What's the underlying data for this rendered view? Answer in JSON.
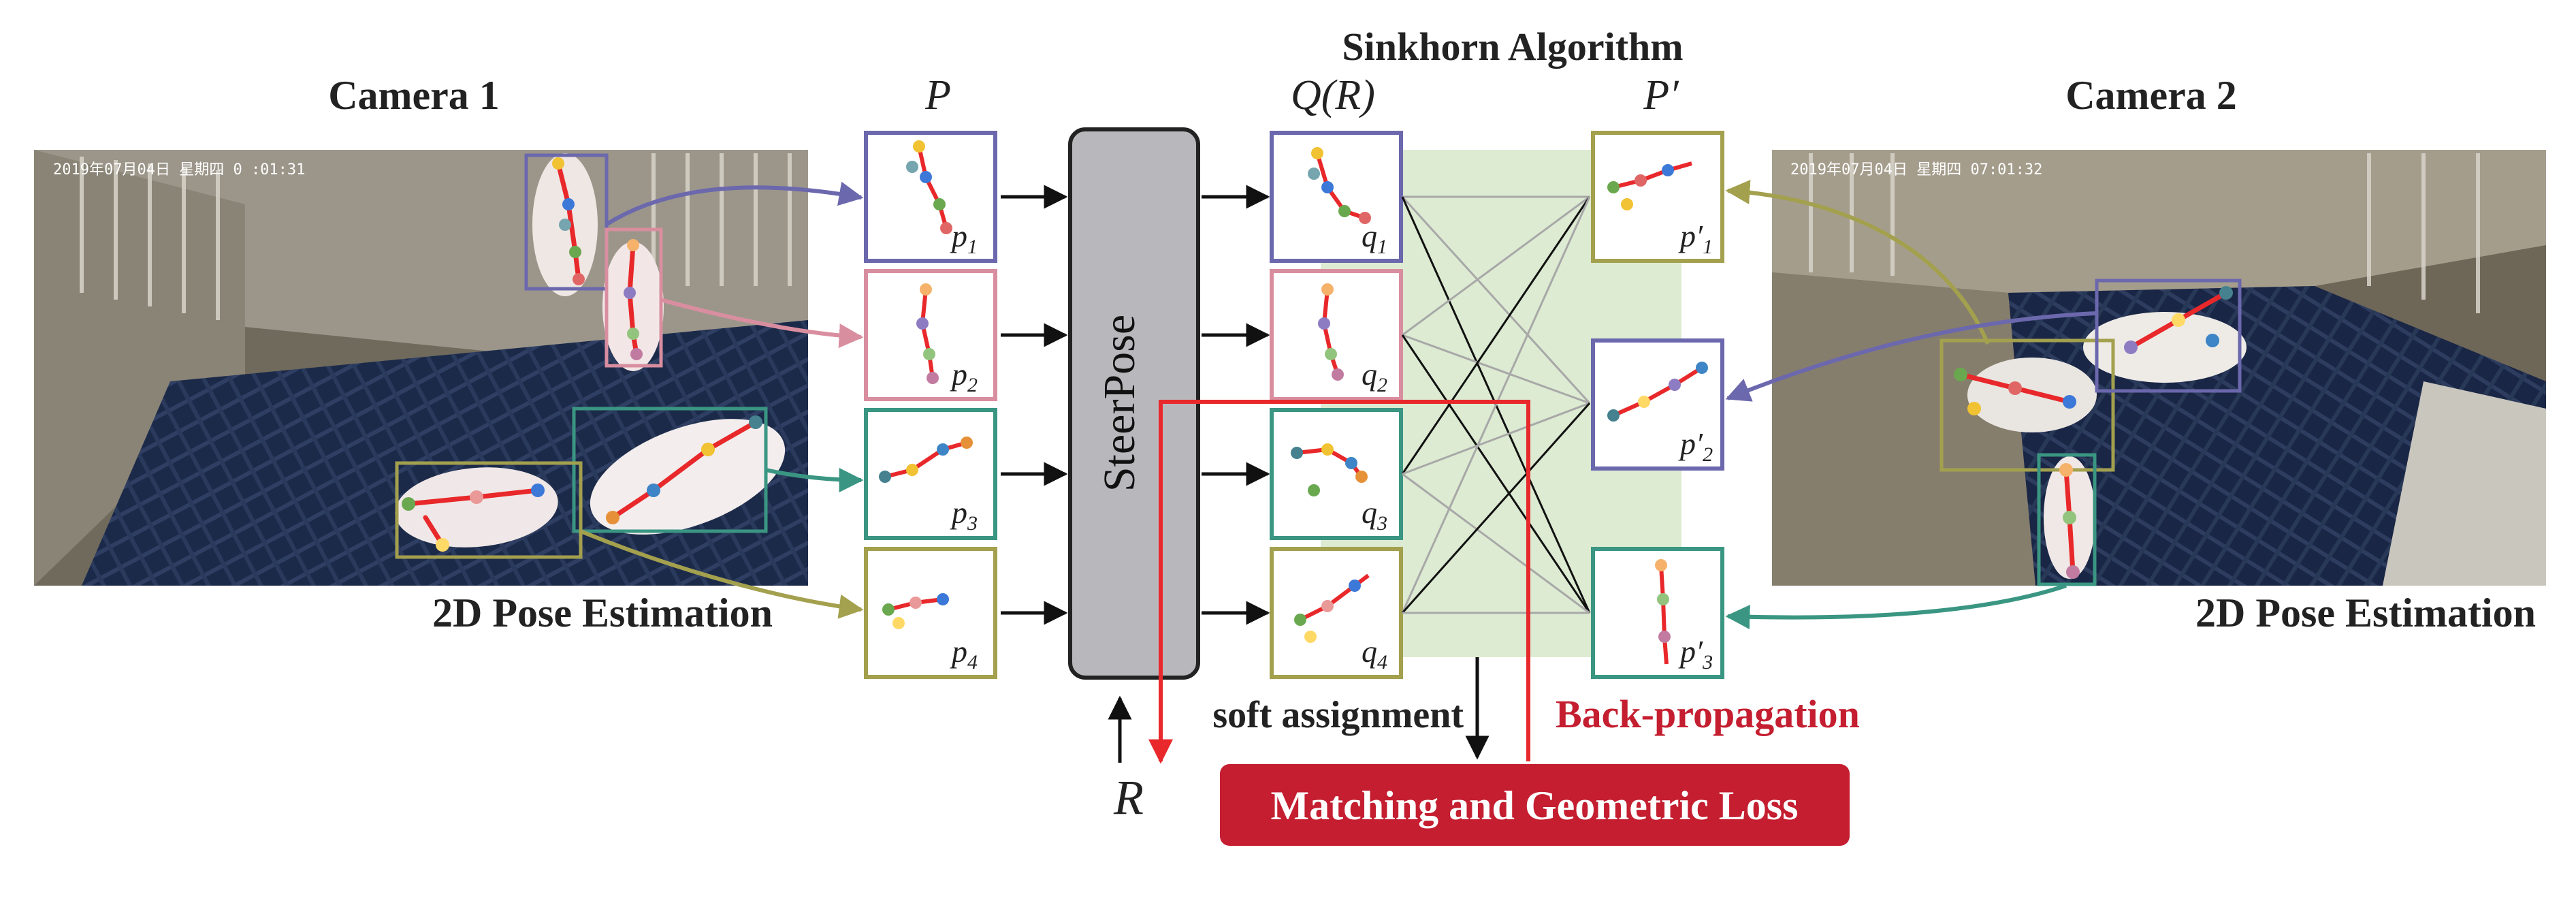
{
  "title": "Sinkhorn Algorithm",
  "camera1": {
    "label": "Camera 1",
    "timestamp": "2019年07月04日  星期四  0 :01:31",
    "pose_caption": "2D Pose Estimation"
  },
  "camera2": {
    "label": "Camera 2",
    "timestamp": "2019年07月04日  星期四  07:01:32",
    "pose_caption": "2D Pose Estimation"
  },
  "set_p": {
    "label": "P",
    "items": [
      "p",
      "p",
      "p",
      "p"
    ],
    "subscripts": [
      "1",
      "2",
      "3",
      "4"
    ]
  },
  "set_q": {
    "label": "Q(R)",
    "items": [
      "q",
      "q",
      "q",
      "q"
    ],
    "subscripts": [
      "1",
      "2",
      "3",
      "4"
    ]
  },
  "set_pprime": {
    "label": "P′",
    "items": [
      "p′",
      "p′",
      "p′"
    ],
    "subscripts": [
      "1",
      "2",
      "3"
    ]
  },
  "network": {
    "label": "SteerPose"
  },
  "rotation": {
    "label": "R"
  },
  "soft_assignment": "soft assignment",
  "backprop": "Back-propagation",
  "loss": "Matching and Geometric Loss",
  "colors": {
    "blue": "#6b68ad",
    "pink": "#d98ea0",
    "teal": "#3a9682",
    "olive": "#a3a04e",
    "red": "#e8282a",
    "loss_bg": "#c41e30",
    "steer_bg": "#b8b8bc",
    "sinkhorn_bg": "#dcebd2"
  }
}
